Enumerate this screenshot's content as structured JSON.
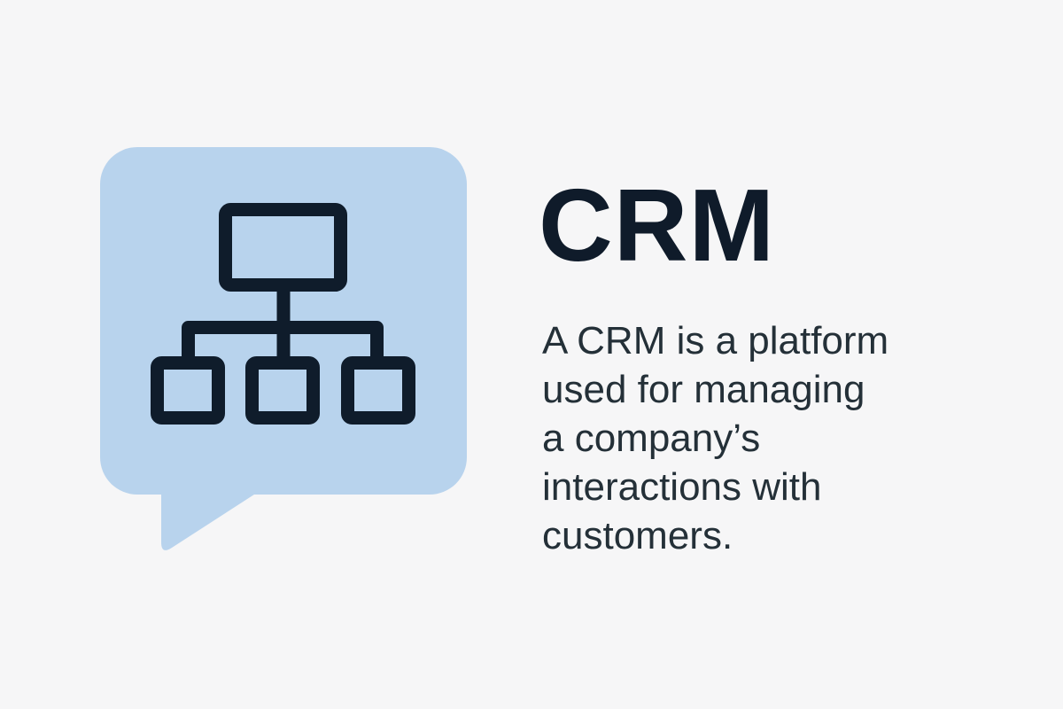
{
  "icon": {
    "name": "org-chart-speech-bubble-icon",
    "bubble_color": "#b8d3ed",
    "glyph_color": "#0f1c2b"
  },
  "title": "CRM",
  "description": {
    "lines": [
      "A CRM is a platform",
      "used for managing",
      "a company’s",
      "interactions with",
      "customers."
    ]
  },
  "colors": {
    "background": "#f6f6f7",
    "title": "#0f1b2a",
    "body_text": "#243038"
  }
}
